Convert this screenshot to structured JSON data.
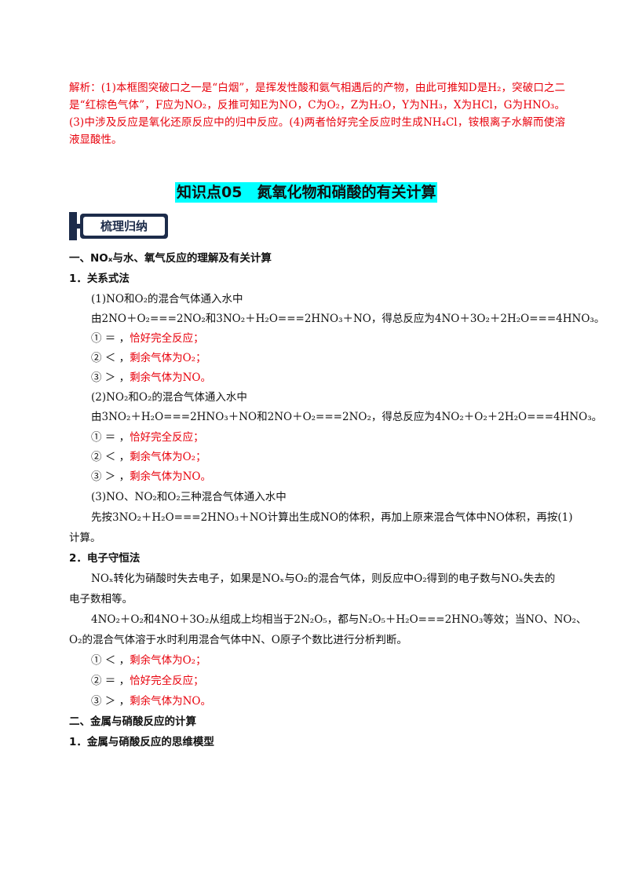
{
  "analysis": {
    "paragraph": "解析：(1)本框图突破口之一是“白烟”，是挥发性酸和氨气相遇后的产物，由此可推知D是H₂，突破口之二是“红棕色气体”，F应为NO₂，反推可知E为NO，C为O₂，Z为H₂O，Y为NH₃，X为HCl，G为HNO₃。(3)中涉及反应是氧化还原反应中的归中反应。(4)两者恰好完全反应时生成NH₄Cl，铵根离子水解而使溶液显酸性。"
  },
  "section_title": "知识点05　氮氧化物和硝酸的有关计算",
  "banner_label": "梳理归纳",
  "lines": {
    "h1": "一、NOₓ与水、氧气反应的理解及有关计算",
    "h2": "1．关系式法",
    "l1": "(1)NO和O₂的混合气体通入水中",
    "l2": "由2NO＋O₂===2NO₂和3NO₂＋H₂O===2HNO₃＋NO，得总反应为4NO＋3O₂＋2H₂O===4HNO₃。",
    "l3a": "① ＝  ，",
    "l3b": "恰好完全反应；",
    "l4a": "② ＜  ，",
    "l4b": "剩余气体为O₂；",
    "l5a": "③ ＞  ，",
    "l5b": "剩余气体为NO。",
    "l6": "(2)NO₂和O₂的混合气体通入水中",
    "l7": "由3NO₂＋H₂O===2HNO₃＋NO和2NO＋O₂===2NO₂，得总反应为4NO₂＋O₂＋2H₂O===4HNO₃。",
    "l8a": "① ＝  ，",
    "l8b": "恰好完全反应；",
    "l9a": "② ＜  ，",
    "l9b": "剩余气体为O₂；",
    "l10a": "③ ＞  ，",
    "l10b": "剩余气体为NO。",
    "l11": "(3)NO、NO₂和O₂三种混合气体通入水中",
    "l12": "先按3NO₂＋H₂O===2HNO₃＋NO计算出生成NO的体积，再加上原来混合气体中NO体积，再按(1)",
    "l13": "计算。",
    "h3": "2．电子守恒法",
    "l14": "NOₓ转化为硝酸时失去电子，如果是NOₓ与O₂的混合气体，则反应中O₂得到的电子数与NOₓ失去的",
    "l15": "电子数相等。",
    "l16": "4NO₂＋O₂和4NO＋3O₂从组成上均相当于2N₂O₅，都与N₂O₅＋H₂O===2HNO₃等效；当NO、NO₂、",
    "l17": "O₂的混合气体溶于水时利用混合气体中N、O原子个数比进行分析判断。",
    "l18a": "① ＜  ，",
    "l18b": "剩余气体为O₂；",
    "l19a": "② ＝  ，",
    "l19b": "恰好完全反应；",
    "l20a": "③ ＞  ，",
    "l20b": "剩余气体为NO。",
    "h4": "二、金属与硝酸反应的计算",
    "h5": "1．金属与硝酸反应的思维模型"
  }
}
